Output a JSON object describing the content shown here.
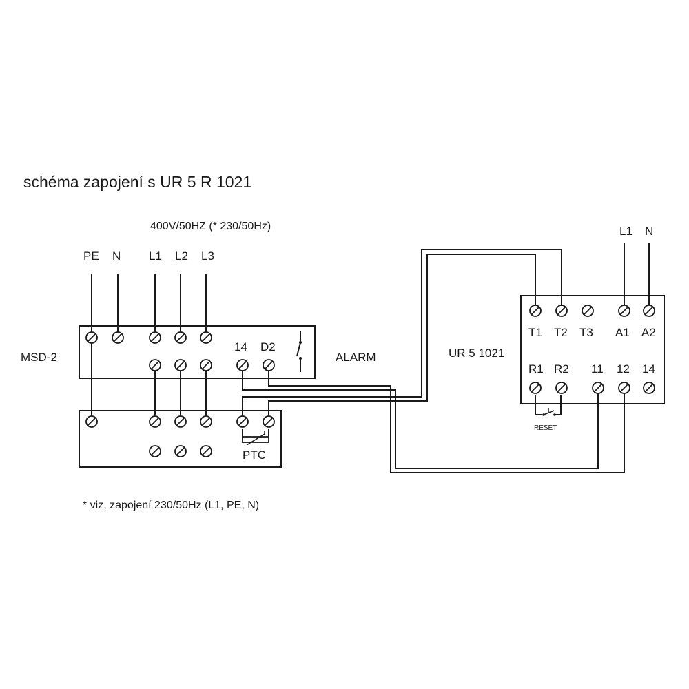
{
  "title": "schéma zapojení s UR 5 R 1021",
  "supply_label": "400V/50HZ (* 230/50Hz)",
  "footnote": "* viz, zapojení 230/50Hz (L1, PE, N)",
  "mains_terminals": [
    "PE",
    "N",
    "L1",
    "L2",
    "L3"
  ],
  "msd": {
    "name": "MSD-2",
    "alarm_terminals": [
      "14",
      "D2"
    ],
    "alarm_label": "ALARM"
  },
  "motor": {
    "ptc_label": "PTC"
  },
  "relay": {
    "name": "UR 5 1021",
    "supply_terminals": [
      "L1",
      "N"
    ],
    "top_terminals": [
      "T1",
      "T2",
      "T3",
      "A1",
      "A2"
    ],
    "bottom_terminals": [
      "R1",
      "R2",
      "11",
      "12",
      "14"
    ],
    "reset_label": "RESET"
  }
}
